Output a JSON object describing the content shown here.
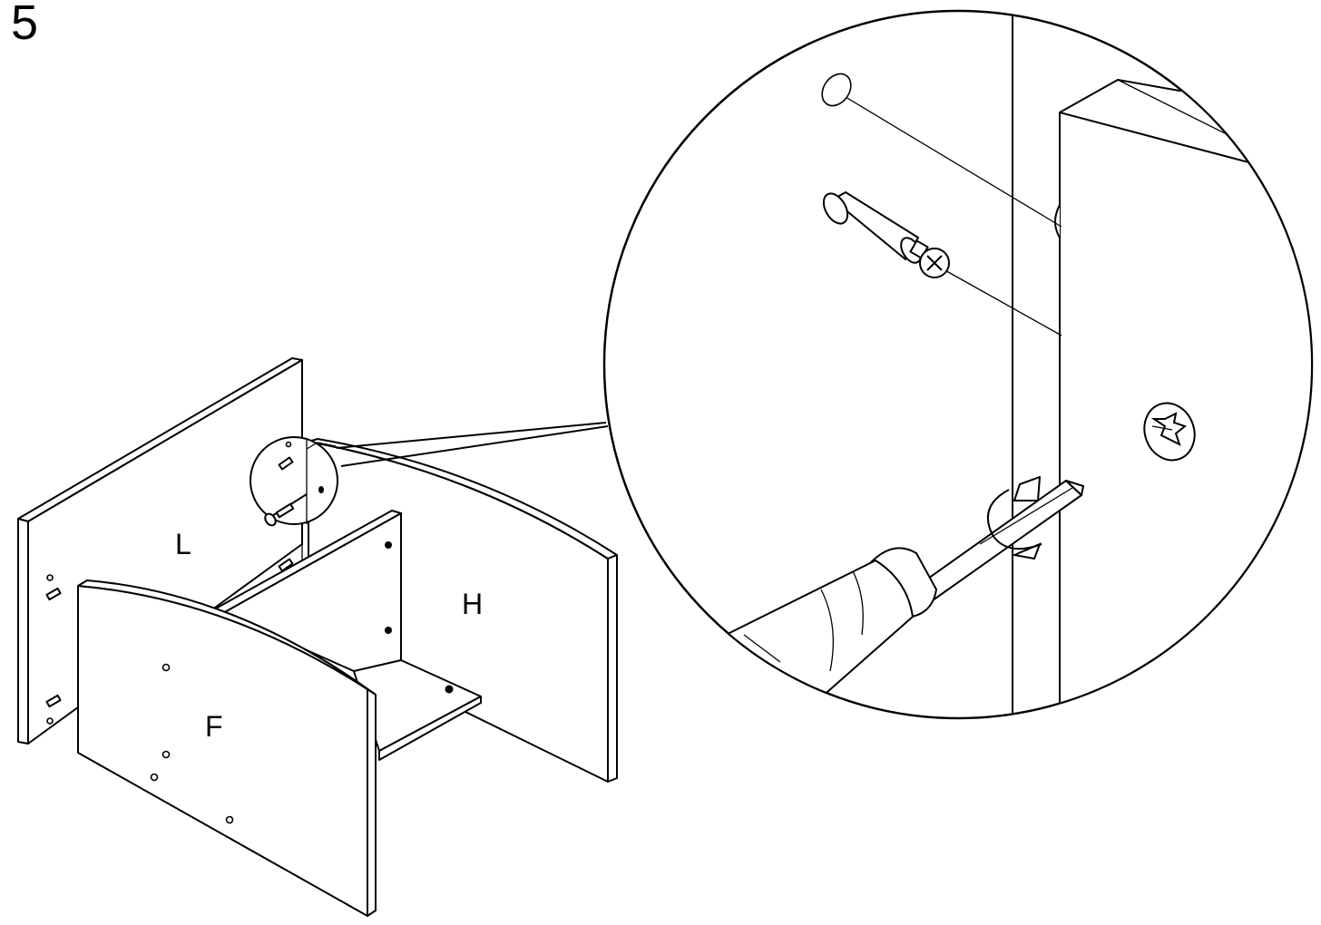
{
  "step_number": "5",
  "panels": {
    "left": "L",
    "back": "H",
    "front": "F"
  },
  "colors": {
    "line": "#000000",
    "background": "#ffffff"
  },
  "icons": [
    "screwdriver-icon",
    "cam-dowel-icon",
    "cam-lock-icon",
    "rotate-arrow-icon"
  ]
}
